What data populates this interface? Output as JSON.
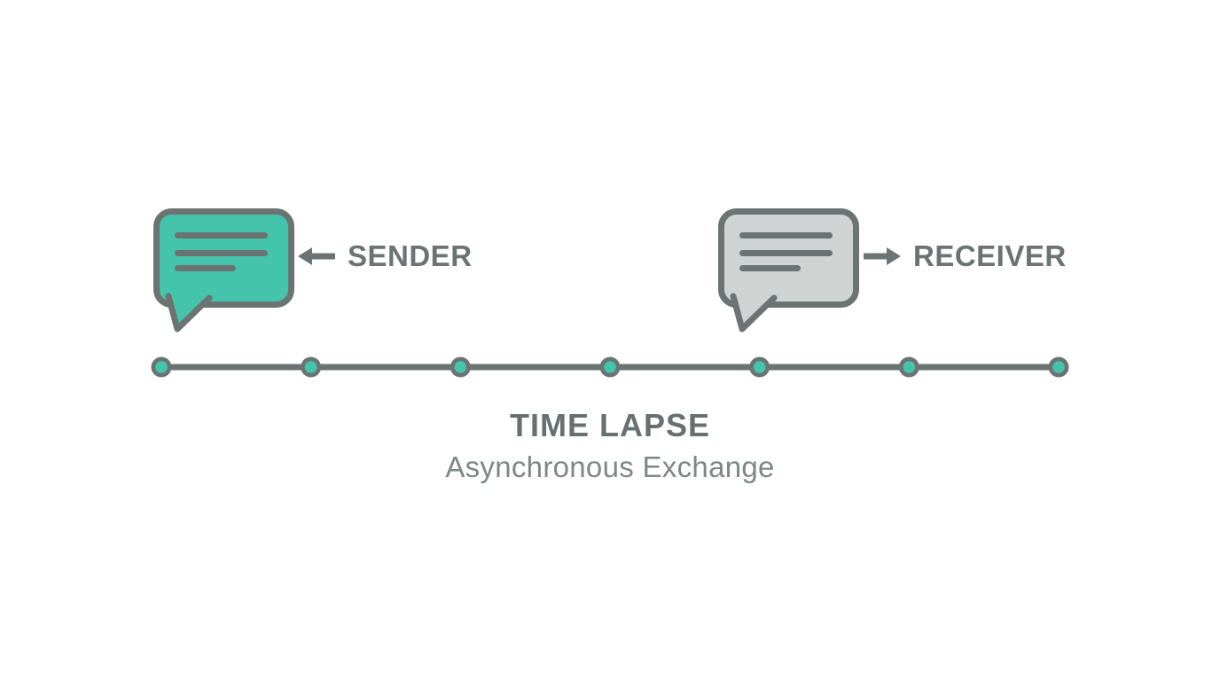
{
  "diagram": {
    "sender": {
      "label": "SENDER",
      "arrow_direction": "left",
      "bubble_fill": "#45c4ac"
    },
    "receiver": {
      "label": "RECEIVER",
      "arrow_direction": "right",
      "bubble_fill": "#cfd4d3"
    },
    "timeline": {
      "dot_count": 7,
      "line_color": "#6b7473",
      "dot_outer_color": "#6b7473",
      "dot_inner_color": "#45c4ac"
    },
    "caption": {
      "title": "TIME LAPSE",
      "subtitle": "Asynchronous Exchange"
    },
    "colors": {
      "outline_gray": "#6b7473",
      "teal_accent": "#45c4ac",
      "light_gray_fill": "#cfd4d3",
      "title_text": "#67716f",
      "subtitle_text": "#7d8886",
      "background": "#ffffff"
    }
  }
}
